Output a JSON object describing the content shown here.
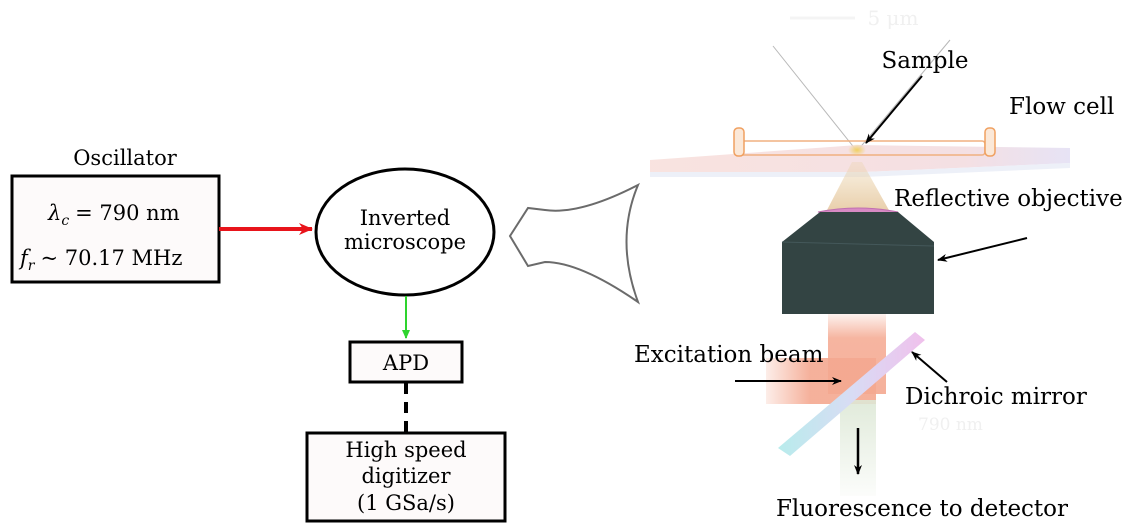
{
  "left_panel": {
    "oscillator_title": "Oscillator",
    "wavelength_symbol": "λ",
    "wavelength_subscript": "c",
    "wavelength_value": "= 790 nm",
    "rep_rate_symbol": "f",
    "rep_rate_subscript": "r",
    "rep_rate_value": "~ 70.17 MHz",
    "microscope_line1": "Inverted",
    "microscope_line2": "microscope",
    "apd_label": "APD",
    "digitizer_line1": "High speed",
    "digitizer_line2": "digitizer",
    "digitizer_line3": "(1 GSa/s)"
  },
  "right_panel": {
    "scale_bar_label": "5 μm",
    "sample_label": "Sample",
    "flow_cell_label": "Flow cell",
    "objective_label": "Reflective objective",
    "excitation_label": "Excitation beam",
    "dichroic_label": "Dichroic mirror",
    "faint_label": "790 nm",
    "detector_label": "Fluorescence to detector"
  },
  "colors": {
    "laser_arrow": "#e8141b",
    "signal_arrow": "#2ed42e",
    "objective_body": "#334443",
    "excitation_beam": "#f4a890",
    "fluorescence_beam": "#dde8d6",
    "flow_cell": "#f8d8d4",
    "sample_glow": "#e8d070"
  }
}
